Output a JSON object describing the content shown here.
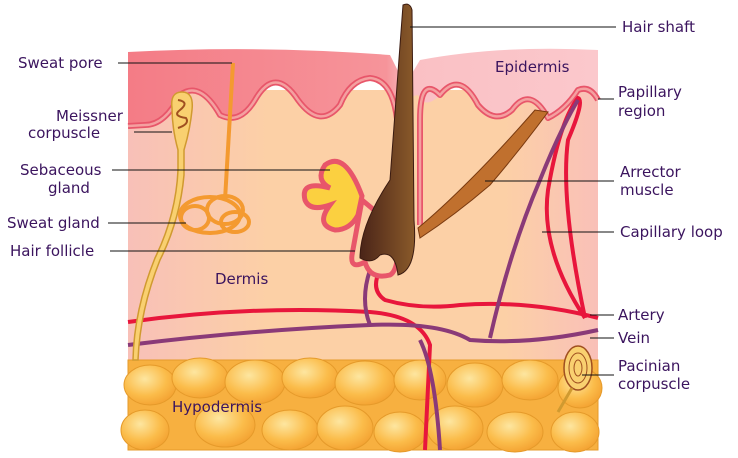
{
  "title": "Skin cross-section",
  "regions": {
    "epidermis": "Epidermis",
    "dermis": "Dermis",
    "hypodermis": "Hypodermis"
  },
  "labels_left": {
    "sweat_pore": "Sweat pore",
    "meissner": [
      "Meissner",
      "corpuscle"
    ],
    "sebaceous": [
      "Sebaceous",
      "gland"
    ],
    "sweat_gland": "Sweat gland",
    "hair_follicle": "Hair follicle"
  },
  "labels_right": {
    "hair_shaft": "Hair shaft",
    "papillary": [
      "Papillary",
      "region"
    ],
    "arrector": [
      "Arrector",
      "muscle"
    ],
    "capillary": "Capillary loop",
    "artery": "Artery",
    "vein": "Vein",
    "pacinian": [
      "Pacinian",
      "corpuscle"
    ]
  },
  "colors": {
    "label": "#3b145e",
    "epidermis": "#f4858a",
    "dermis": "#fccfa6",
    "fat": "#fbb540",
    "artery": "#e8163c",
    "vein": "#8a3a78",
    "hair": "#6b3a1e"
  }
}
